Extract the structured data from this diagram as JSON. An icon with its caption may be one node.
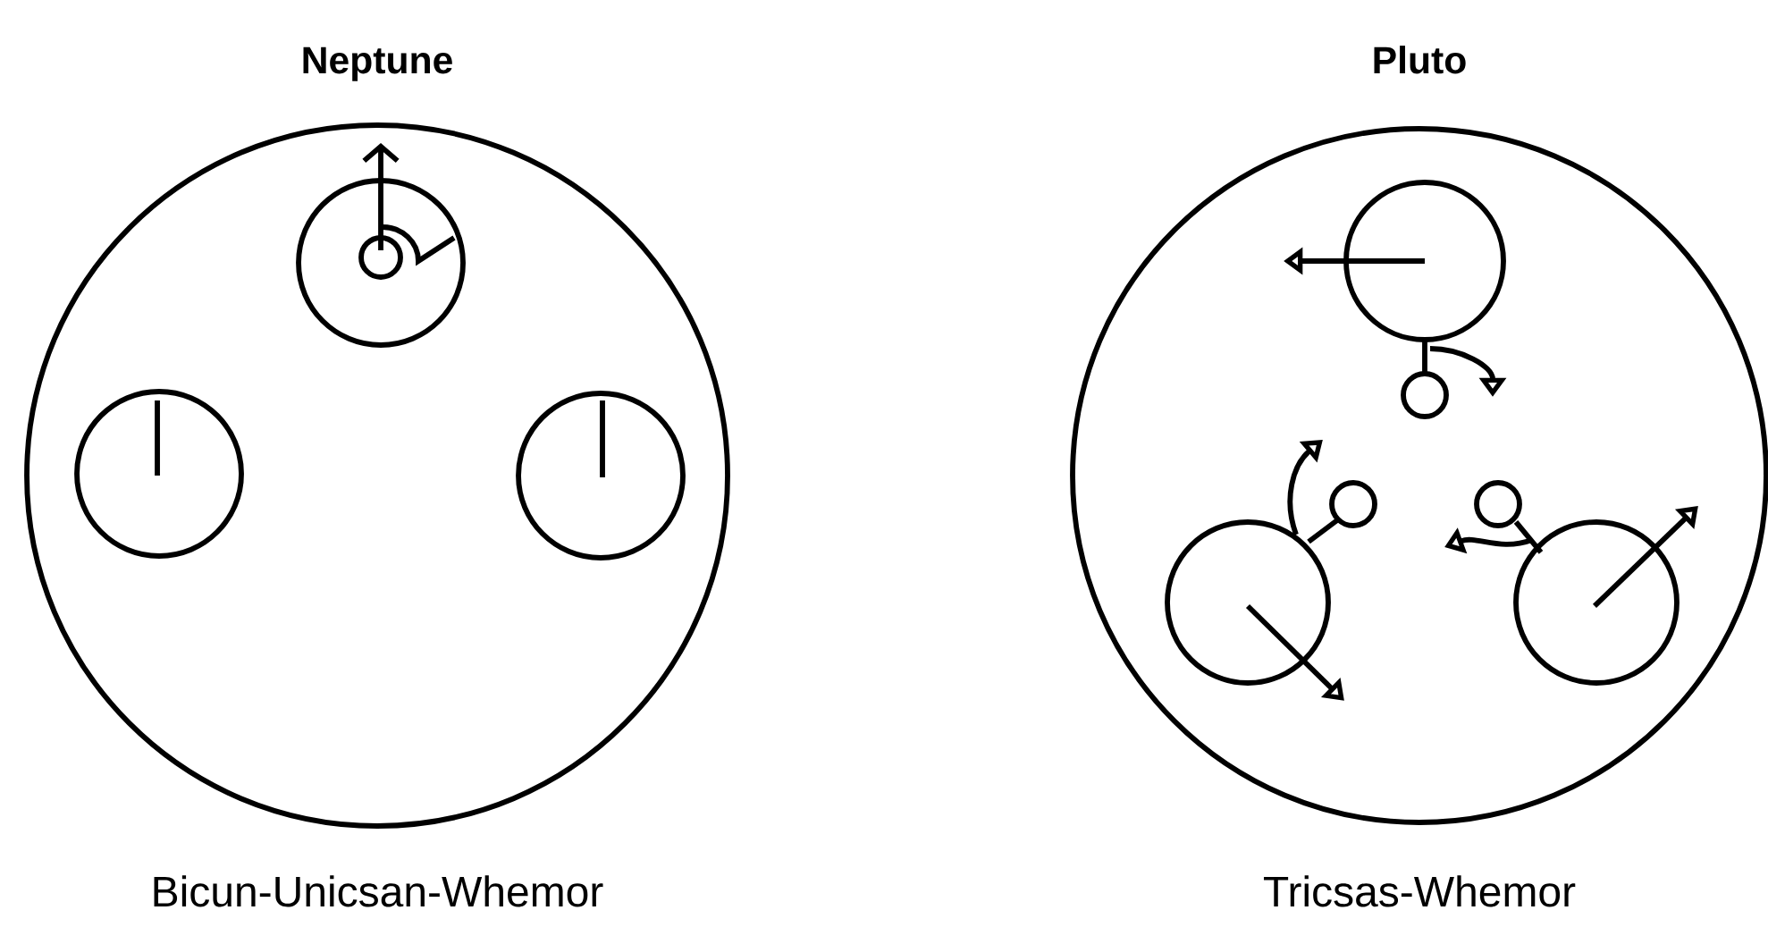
{
  "diagram": {
    "nodes": [
      {
        "text": [
          "Neptune"
        ],
        "beside": [
          "Bicun-Unicsan-Whemor"
        ]
      },
      {
        "text": [
          "Pluto"
        ],
        "beside": [
          "Tricsas-Whemor"
        ]
      },
      {
        "text": [],
        "shape": "circle",
        "in": 0
      },
      {
        "text": [],
        "shape": "circle",
        "in": 0
      },
      {
        "text": [],
        "shape": "circle",
        "in": 0
      },
      {
        "text": [],
        "shape": "circle",
        "in": 1
      },
      {
        "text": [],
        "shape": "circle",
        "in": 1
      },
      {
        "text": [],
        "shape": "circle",
        "in": 1
      }
    ]
  }
}
